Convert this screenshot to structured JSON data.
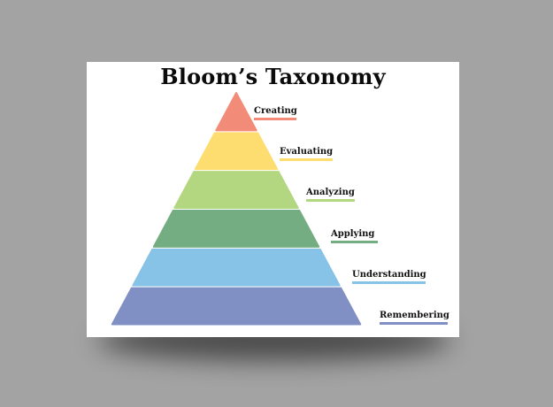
{
  "title": "Bloom’s Taxonomy",
  "levels": [
    {
      "label": "Creating",
      "color": "#f28c78"
    },
    {
      "label": "Evaluating",
      "color": "#fedd70"
    },
    {
      "label": "Analyzing",
      "color": "#b2d780"
    },
    {
      "label": "Applying",
      "color": "#75ad82"
    },
    {
      "label": "Understanding",
      "color": "#87c2e7"
    },
    {
      "label": "Remembering",
      "color": "#8190c4"
    }
  ]
}
